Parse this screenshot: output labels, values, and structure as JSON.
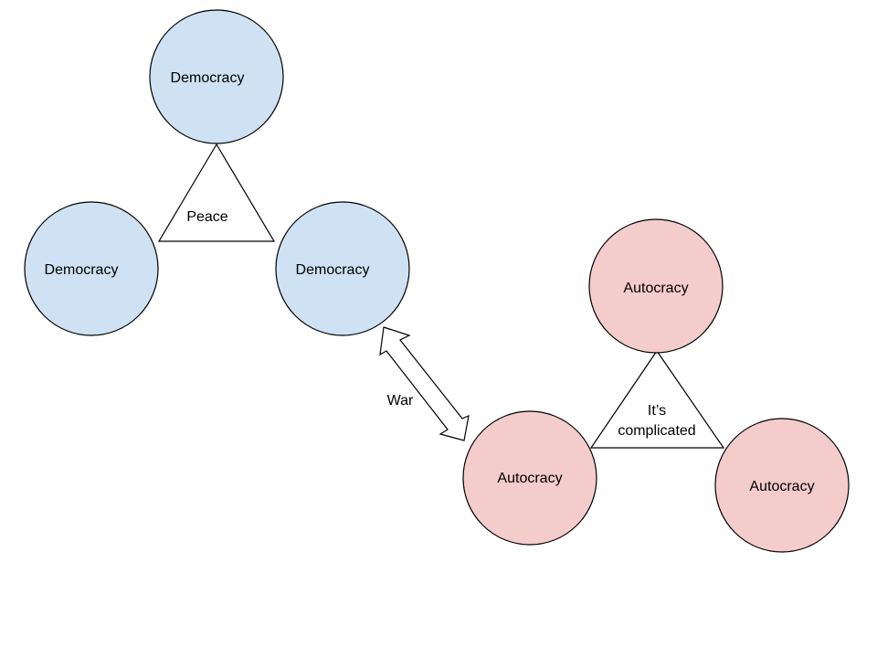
{
  "colors": {
    "democracy_fill": "#cfe2f3",
    "autocracy_fill": "#f4cccc",
    "stroke": "#000000",
    "background": "#ffffff"
  },
  "nodes": {
    "dem_top": {
      "label": "Democracy"
    },
    "dem_left": {
      "label": "Democracy"
    },
    "dem_right": {
      "label": "Democracy"
    },
    "aut_top": {
      "label": "Autocracy"
    },
    "aut_left": {
      "label": "Autocracy"
    },
    "aut_right": {
      "label": "Autocracy"
    }
  },
  "relations": {
    "democracy_group": {
      "label": "Peace"
    },
    "autocracy_group": {
      "label_line1": "It’s",
      "label_line2": "complicated"
    },
    "between_groups": {
      "label": "War",
      "arrow": "double-headed"
    }
  }
}
